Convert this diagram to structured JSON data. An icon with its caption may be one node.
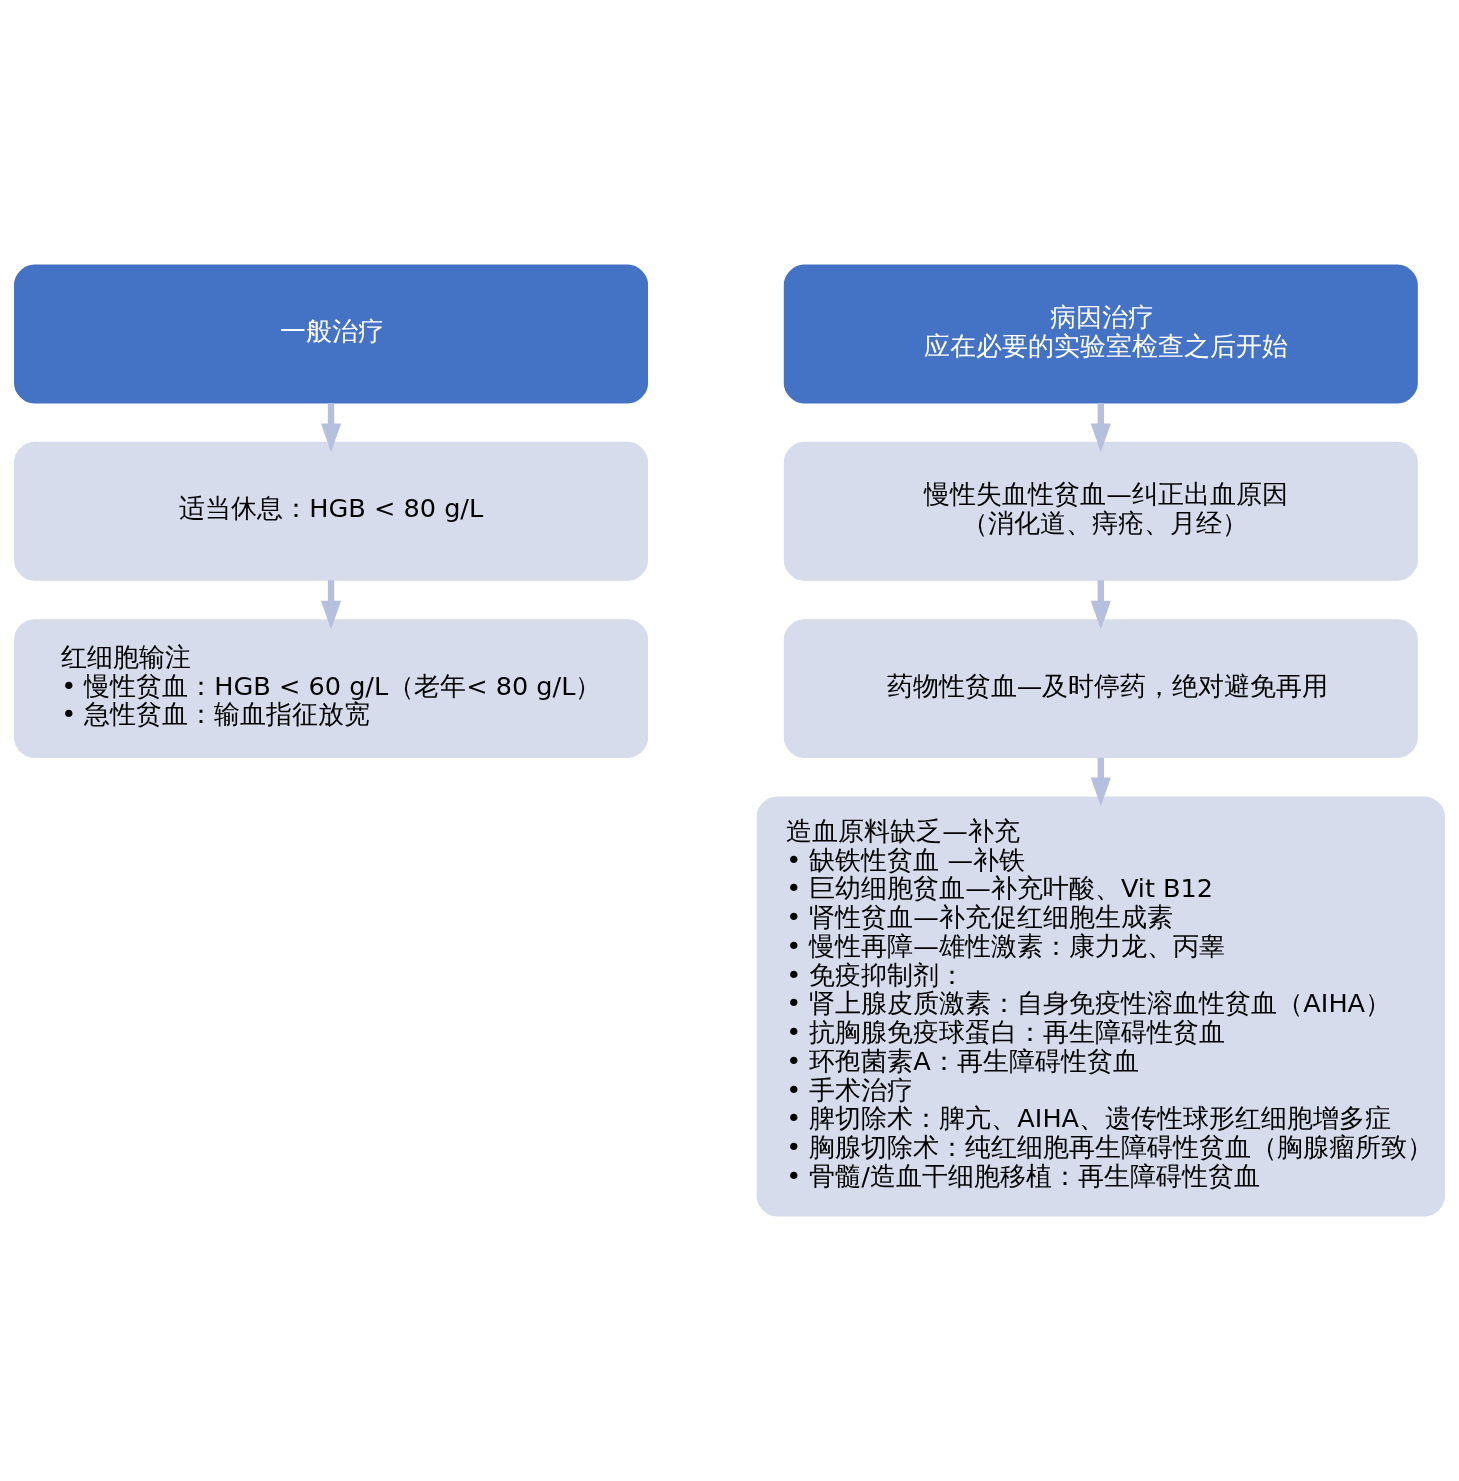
{
  "diagram": {
    "nodes": [
      {
        "text": [
          "一般治疗"
        ]
      },
      {
        "text": [
          "适当休息：HGB < 80 g/L"
        ]
      },
      {
        "text": [
          "红细胞输注",
          "• 慢性贫血：HGB < 60 g/L（老年< 80 g/L）",
          "• 急性贫血：输血指征放宽"
        ]
      },
      {
        "text": [
          "病因治疗",
          "应在必要的实验室检查之后开始"
        ]
      },
      {
        "text": [
          "慢性失血性贫血—纠正出血原因",
          "（消化道、痔疮、月经）"
        ]
      },
      {
        "text": [
          "药物性贫血—及时停药，绝对避免再用"
        ]
      },
      {
        "text": [
          "造血原料缺乏—补充",
          "• 缺铁性贫血 —补铁",
          "• 巨幼细胞贫血—补充叶酸、Vit B12",
          "• 肾性贫血—补充促红细胞生成素",
          "• 慢性再障—雄性激素：康力龙、丙睾",
          "• 免疫抑制剂：",
          "• 肾上腺皮质激素：自身免疫性溶血性贫血（AIHA）",
          "• 抗胸腺免疫球蛋白：再生障碍性贫血",
          "• 环孢菌素A：再生障碍性贫血",
          "• 手术治疗",
          "• 脾切除术：脾亢、AIHA、遗传性球形红细胞增多症",
          "• 胸腺切除术：纯红细胞再生障碍性贫血（胸腺瘤所致）",
          "• 骨髓/造血干细胞移植：再生障碍性贫血"
        ]
      }
    ],
    "edges": [
      {
        "from": 0,
        "to": 1,
        "arrow": "to"
      },
      {
        "from": 1,
        "to": 2,
        "arrow": "to"
      },
      {
        "from": 3,
        "to": 4,
        "arrow": "to"
      },
      {
        "from": 4,
        "to": 5,
        "arrow": "to"
      },
      {
        "from": 5,
        "to": 6,
        "arrow": "to"
      }
    ]
  }
}
